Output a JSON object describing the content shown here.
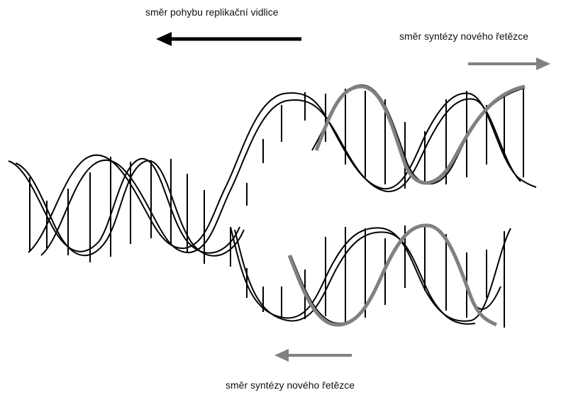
{
  "labels": {
    "fork_direction": "směr pohybu replikační vidlice",
    "synthesis_direction_top": "směr syntézy nového řetězce",
    "synthesis_direction_bottom": "směr syntézy nového řetězce"
  },
  "colors": {
    "old_strand": "#000000",
    "new_strand": "#808080",
    "fork_arrow": "#000000",
    "synthesis_arrow": "#808080",
    "background": "#ffffff"
  }
}
